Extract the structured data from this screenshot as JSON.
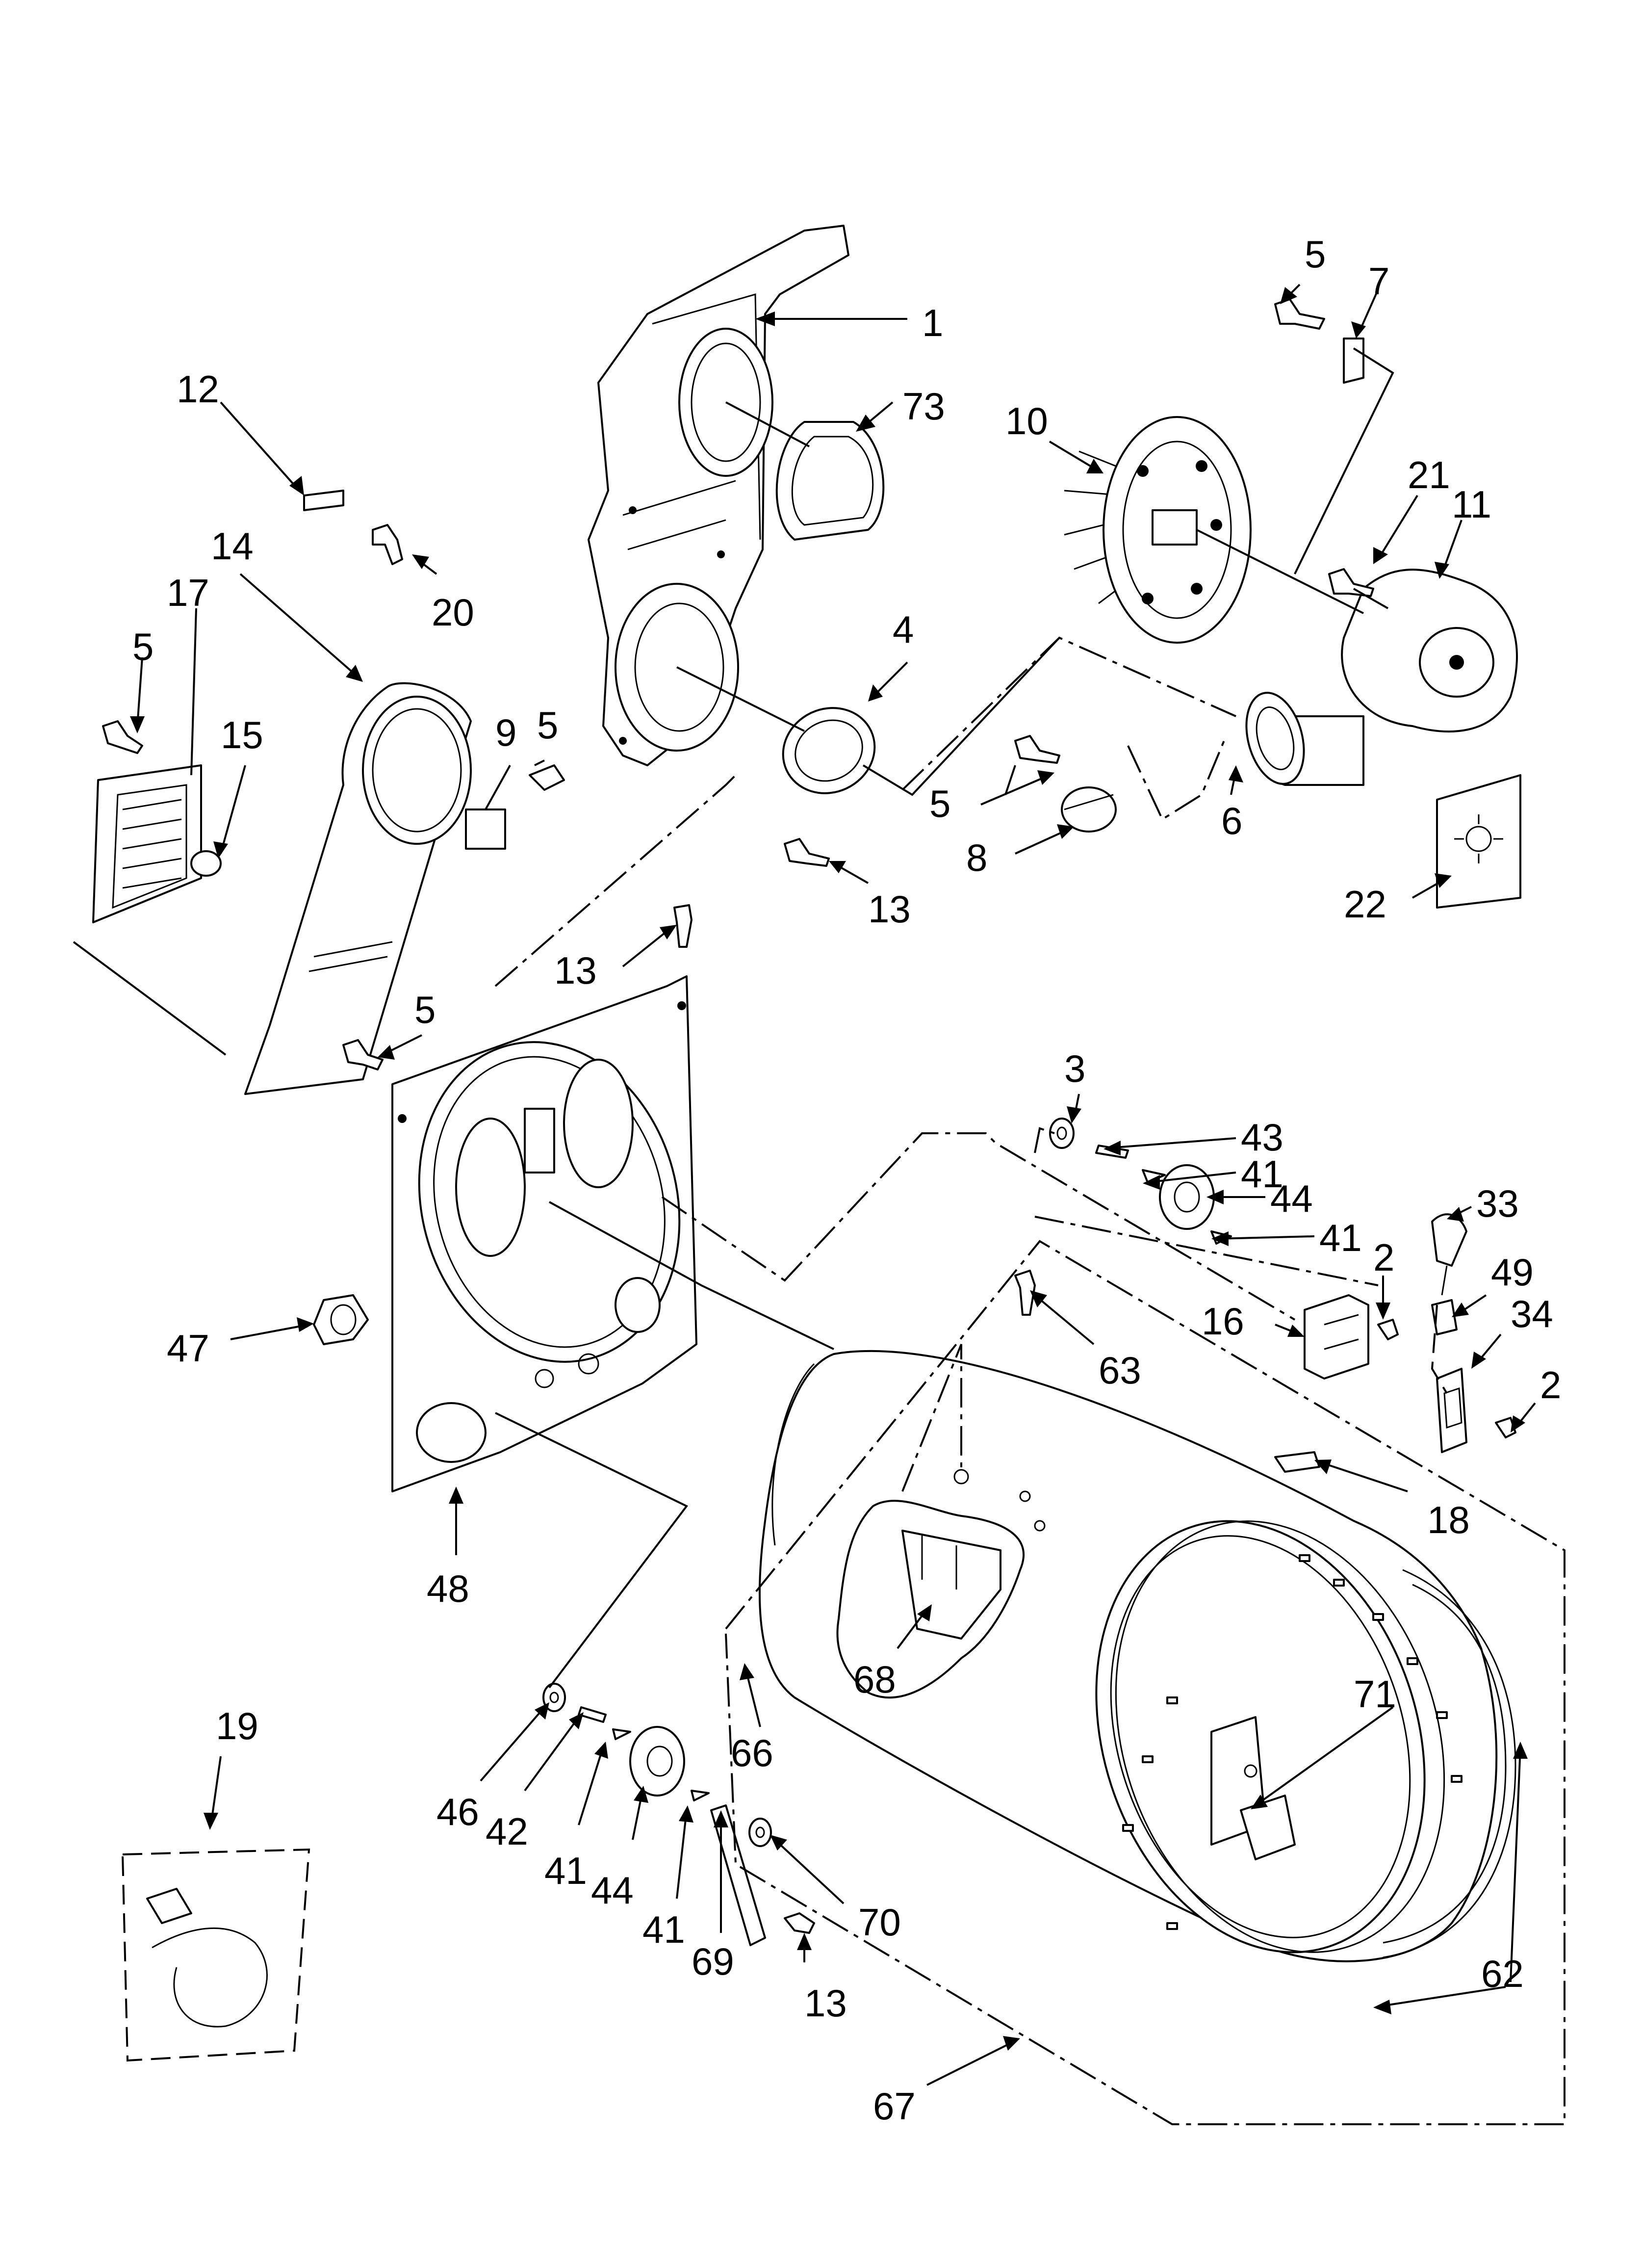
{
  "callouts": [
    {
      "id": "c1",
      "text": "1"
    },
    {
      "id": "c73",
      "text": "73"
    },
    {
      "id": "c5a",
      "text": "5"
    },
    {
      "id": "c7",
      "text": "7"
    },
    {
      "id": "c12",
      "text": "12"
    },
    {
      "id": "c20",
      "text": "20"
    },
    {
      "id": "c10",
      "text": "10"
    },
    {
      "id": "c21",
      "text": "21"
    },
    {
      "id": "c11",
      "text": "11"
    },
    {
      "id": "c14",
      "text": "14"
    },
    {
      "id": "c17",
      "text": "17"
    },
    {
      "id": "c5b",
      "text": "5"
    },
    {
      "id": "c15",
      "text": "15"
    },
    {
      "id": "c4",
      "text": "4"
    },
    {
      "id": "c9",
      "text": "9"
    },
    {
      "id": "c5c",
      "text": "5"
    },
    {
      "id": "c5d",
      "text": "5"
    },
    {
      "id": "c6",
      "text": "6"
    },
    {
      "id": "c8",
      "text": "8"
    },
    {
      "id": "c13a",
      "text": "13"
    },
    {
      "id": "c22",
      "text": "22"
    },
    {
      "id": "c13b",
      "text": "13"
    },
    {
      "id": "c5e",
      "text": "5"
    },
    {
      "id": "c3",
      "text": "3"
    },
    {
      "id": "c43",
      "text": "43"
    },
    {
      "id": "c41a",
      "text": "41"
    },
    {
      "id": "c44a",
      "text": "44"
    },
    {
      "id": "c33",
      "text": "33"
    },
    {
      "id": "c41b",
      "text": "41"
    },
    {
      "id": "c2a",
      "text": "2"
    },
    {
      "id": "c49",
      "text": "49"
    },
    {
      "id": "c16",
      "text": "16"
    },
    {
      "id": "c34",
      "text": "34"
    },
    {
      "id": "c63",
      "text": "63"
    },
    {
      "id": "c2b",
      "text": "2"
    },
    {
      "id": "c47",
      "text": "47"
    },
    {
      "id": "c18",
      "text": "18"
    },
    {
      "id": "c48",
      "text": "48"
    },
    {
      "id": "c68",
      "text": "68"
    },
    {
      "id": "c66",
      "text": "66"
    },
    {
      "id": "c71",
      "text": "71"
    },
    {
      "id": "c19",
      "text": "19"
    },
    {
      "id": "c46",
      "text": "46"
    },
    {
      "id": "c42",
      "text": "42"
    },
    {
      "id": "c41c",
      "text": "41"
    },
    {
      "id": "c44b",
      "text": "44"
    },
    {
      "id": "c41d",
      "text": "41"
    },
    {
      "id": "c70",
      "text": "70"
    },
    {
      "id": "c69",
      "text": "69"
    },
    {
      "id": "c62",
      "text": "62"
    },
    {
      "id": "c13c",
      "text": "13"
    },
    {
      "id": "c67",
      "text": "67"
    }
  ]
}
